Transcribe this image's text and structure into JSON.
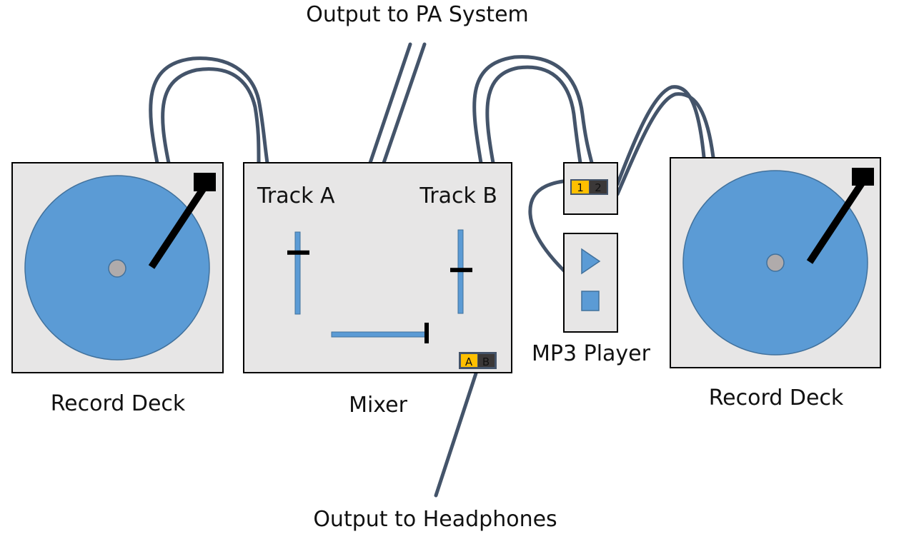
{
  "labels": {
    "output_pa": "Output to PA System",
    "output_headphones": "Output to Headphones",
    "left_deck": "Record Deck",
    "right_deck": "Record Deck",
    "mixer": "Mixer",
    "mp3_player": "MP3 Player"
  },
  "mixer": {
    "track_a_label": "Track A",
    "track_b_label": "Track B",
    "track_a_fader_level": 0.75,
    "track_b_fader_level": 0.52,
    "crossfader_position": 1.0,
    "switch": {
      "options": [
        "A",
        "B"
      ],
      "selected": "A"
    }
  },
  "mp3_switch": {
    "options": [
      "1",
      "2"
    ],
    "selected": "1"
  },
  "mp3_controls": [
    "play",
    "stop"
  ],
  "colors": {
    "cable": "#44546a",
    "device_fill": "#e7e6e6",
    "platter": "#5b9bd5",
    "platter_border": "#41719c",
    "spindle": "#b0abab",
    "selected_switch": "#ffc000",
    "unselected_switch": "#3b3838",
    "switch_border": "#44546a",
    "tonearm": "#000000"
  }
}
